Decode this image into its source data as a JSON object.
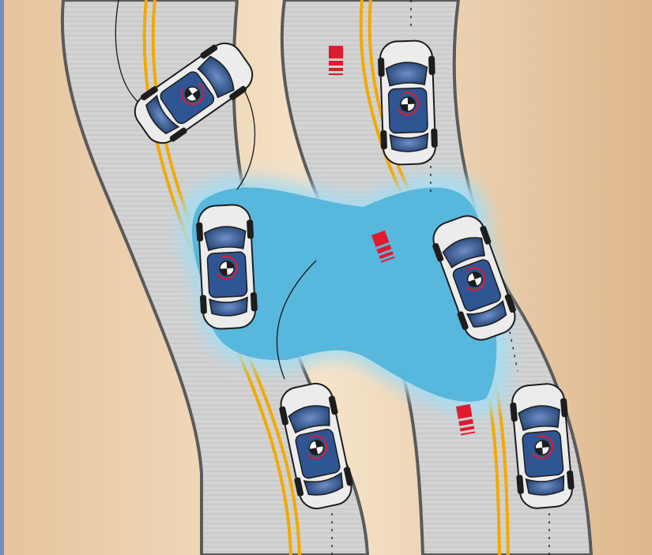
{
  "colors": {
    "sand_light": "#f4dfc3",
    "sand_dark": "#e2bf97",
    "left_border": "#6f8fbf",
    "road_asphalt": "#cfcfcf",
    "road_edge": "#5a5a5a",
    "center_line": "#f2a900",
    "water": "#4fb3d9",
    "water_edge": "#a9dbee",
    "car_body": "#e8e8e8",
    "car_glass": "#2f4f86",
    "car_outline": "#1d1d1d",
    "brake_light": "#e01b2f",
    "stability_marker": "#e01b2f",
    "trajectory": "#1a1a1a"
  },
  "scene": {
    "left_road": {
      "description_icon": "road-icon",
      "cars": [
        {
          "name": "left-car-top",
          "state": "skidding",
          "angle": 55
        },
        {
          "name": "left-car-middle",
          "state": "skidding",
          "angle": -3
        },
        {
          "name": "left-car-bottom",
          "state": "approaching",
          "angle": -12
        }
      ]
    },
    "right_road": {
      "description_icon": "road-icon",
      "cars": [
        {
          "name": "right-car-top",
          "state": "stabilized",
          "angle": -2
        },
        {
          "name": "right-car-middle",
          "state": "correcting",
          "angle": -20
        },
        {
          "name": "right-car-bottom",
          "state": "braking",
          "angle": -5
        }
      ]
    },
    "icons": [
      "stability-center-icon",
      "brake-indicator-icon",
      "trajectory-arrow-icon",
      "water-puddle-icon"
    ]
  }
}
